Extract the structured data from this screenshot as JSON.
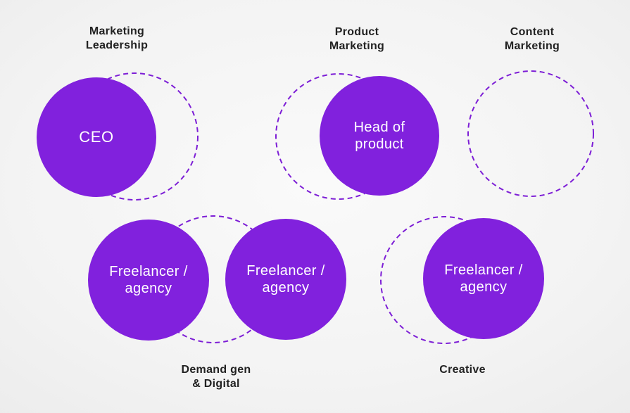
{
  "diagram": {
    "description": "Marketing team structure diagram with filled role circles and dashed vacant circles"
  },
  "colors": {
    "circle_fill": "#8121DD",
    "dashed_stroke": "#7D1ED6",
    "label_text": "#212121",
    "circle_text": "#FFFFFF",
    "background_center": "#FAFAFA",
    "background_edge": "#E0E0E0"
  },
  "groups": [
    {
      "name": "Marketing Leadership",
      "label": "Marketing\nLeadership",
      "filled_roles": [
        "CEO"
      ],
      "vacant_circles": 1
    },
    {
      "name": "Product Marketing",
      "label": "Product\nMarketing",
      "filled_roles": [
        "Head of\nproduct"
      ],
      "vacant_circles": 1
    },
    {
      "name": "Content Marketing",
      "label": "Content\nMarketing",
      "filled_roles": [],
      "vacant_circles": 1
    },
    {
      "name": "Demand gen & Digital",
      "label": "Demand gen\n& Digital",
      "filled_roles": [
        "Freelancer /\nagency",
        "Freelancer /\nagency"
      ],
      "vacant_circles": 1
    },
    {
      "name": "Creative",
      "label": "Creative",
      "filled_roles": [
        "Freelancer /\nagency"
      ],
      "vacant_circles": 1
    }
  ]
}
